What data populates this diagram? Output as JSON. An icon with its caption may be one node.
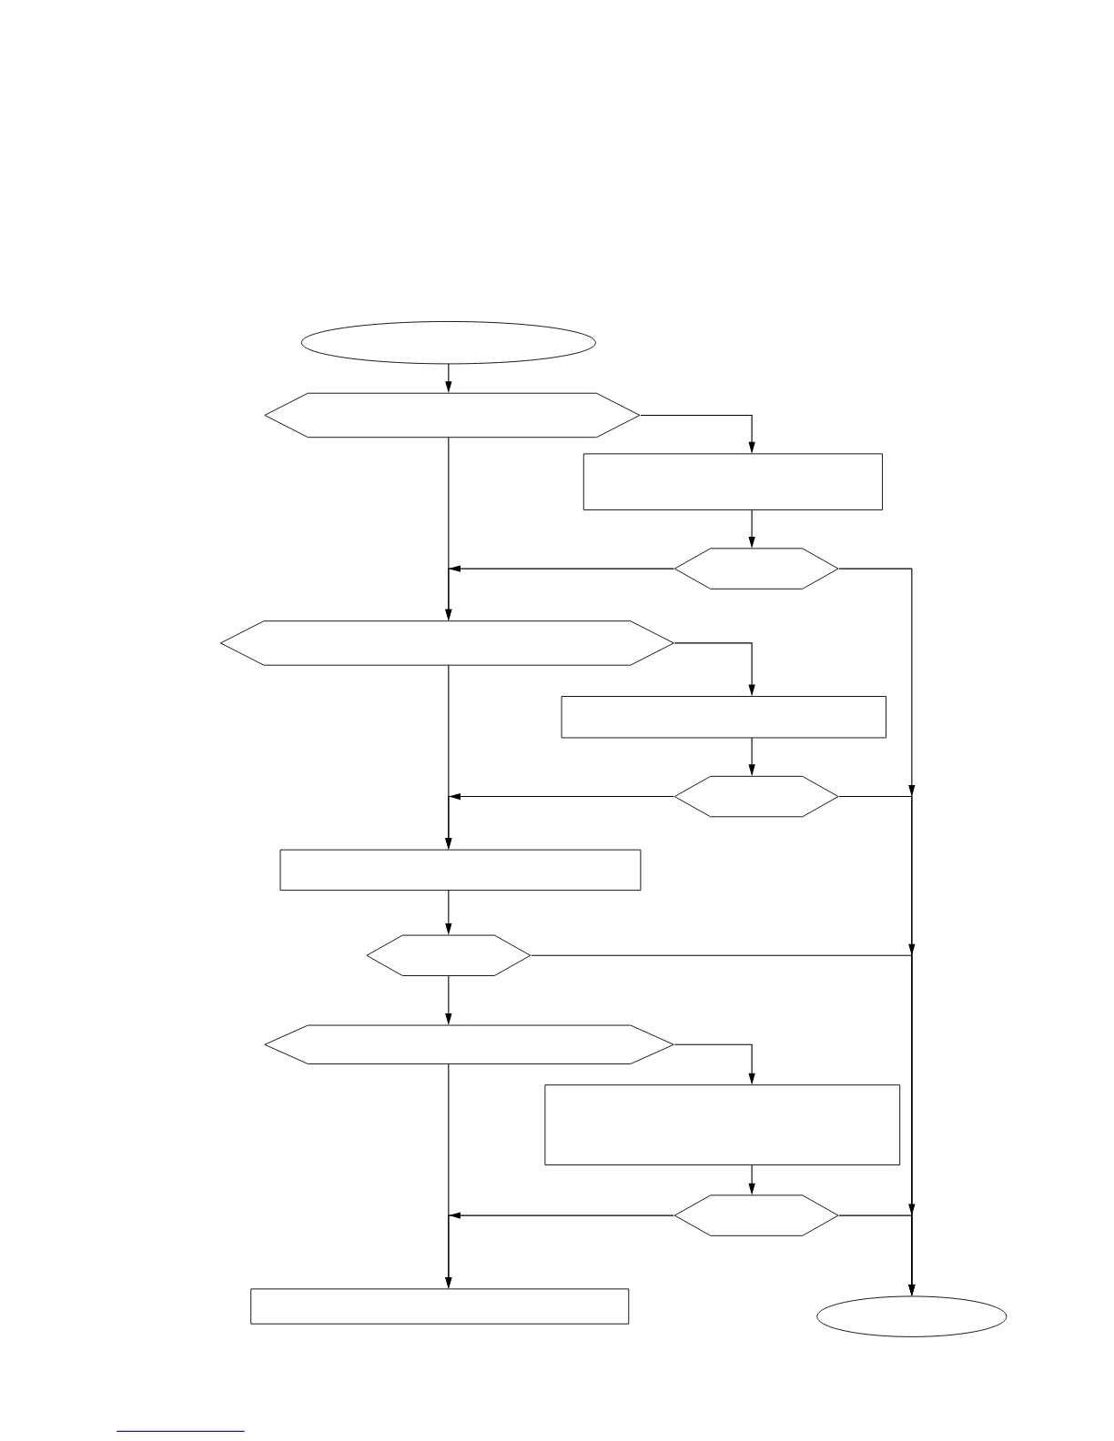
{
  "diagram": {
    "nodes": [
      {
        "text": [],
        "shape": "ellipse"
      },
      {
        "text": [],
        "shape": "hexagon"
      },
      {
        "text": [],
        "shape": "box"
      },
      {
        "text": [],
        "shape": "hexagon"
      },
      {
        "text": [],
        "shape": "hexagon"
      },
      {
        "text": [],
        "shape": "box"
      },
      {
        "text": [],
        "shape": "hexagon"
      },
      {
        "text": [],
        "shape": "box"
      },
      {
        "text": [],
        "shape": "hexagon"
      },
      {
        "text": [],
        "shape": "hexagon"
      },
      {
        "text": [],
        "shape": "box"
      },
      {
        "text": [],
        "shape": "hexagon"
      },
      {
        "text": [],
        "shape": "box"
      },
      {
        "text": [],
        "shape": "ellipse"
      }
    ],
    "edges": [
      {
        "from": 0,
        "to": 1,
        "arrow": "to"
      },
      {
        "from": 1,
        "to": 2,
        "arrow": "to"
      },
      {
        "from": 1,
        "to": 4,
        "arrow": "to"
      },
      {
        "from": 2,
        "to": 3,
        "arrow": "to"
      },
      {
        "from": 3,
        "to": 4,
        "arrow": "to"
      },
      {
        "from": 3,
        "to": 13,
        "arrow": "to"
      },
      {
        "from": 4,
        "to": 5,
        "arrow": "to"
      },
      {
        "from": 4,
        "to": 7,
        "arrow": "to"
      },
      {
        "from": 5,
        "to": 6,
        "arrow": "to"
      },
      {
        "from": 6,
        "to": 7,
        "arrow": "to"
      },
      {
        "from": 6,
        "to": 13,
        "arrow": "to"
      },
      {
        "from": 7,
        "to": 8,
        "arrow": "to"
      },
      {
        "from": 8,
        "to": 13,
        "arrow": "to"
      },
      {
        "from": 8,
        "to": 9,
        "arrow": "to"
      },
      {
        "from": 9,
        "to": 10,
        "arrow": "to"
      },
      {
        "from": 9,
        "to": 12,
        "arrow": "to"
      },
      {
        "from": 10,
        "to": 11,
        "arrow": "to"
      },
      {
        "from": 11,
        "to": 12,
        "arrow": "to"
      },
      {
        "from": 11,
        "to": 13,
        "arrow": "to"
      }
    ]
  }
}
